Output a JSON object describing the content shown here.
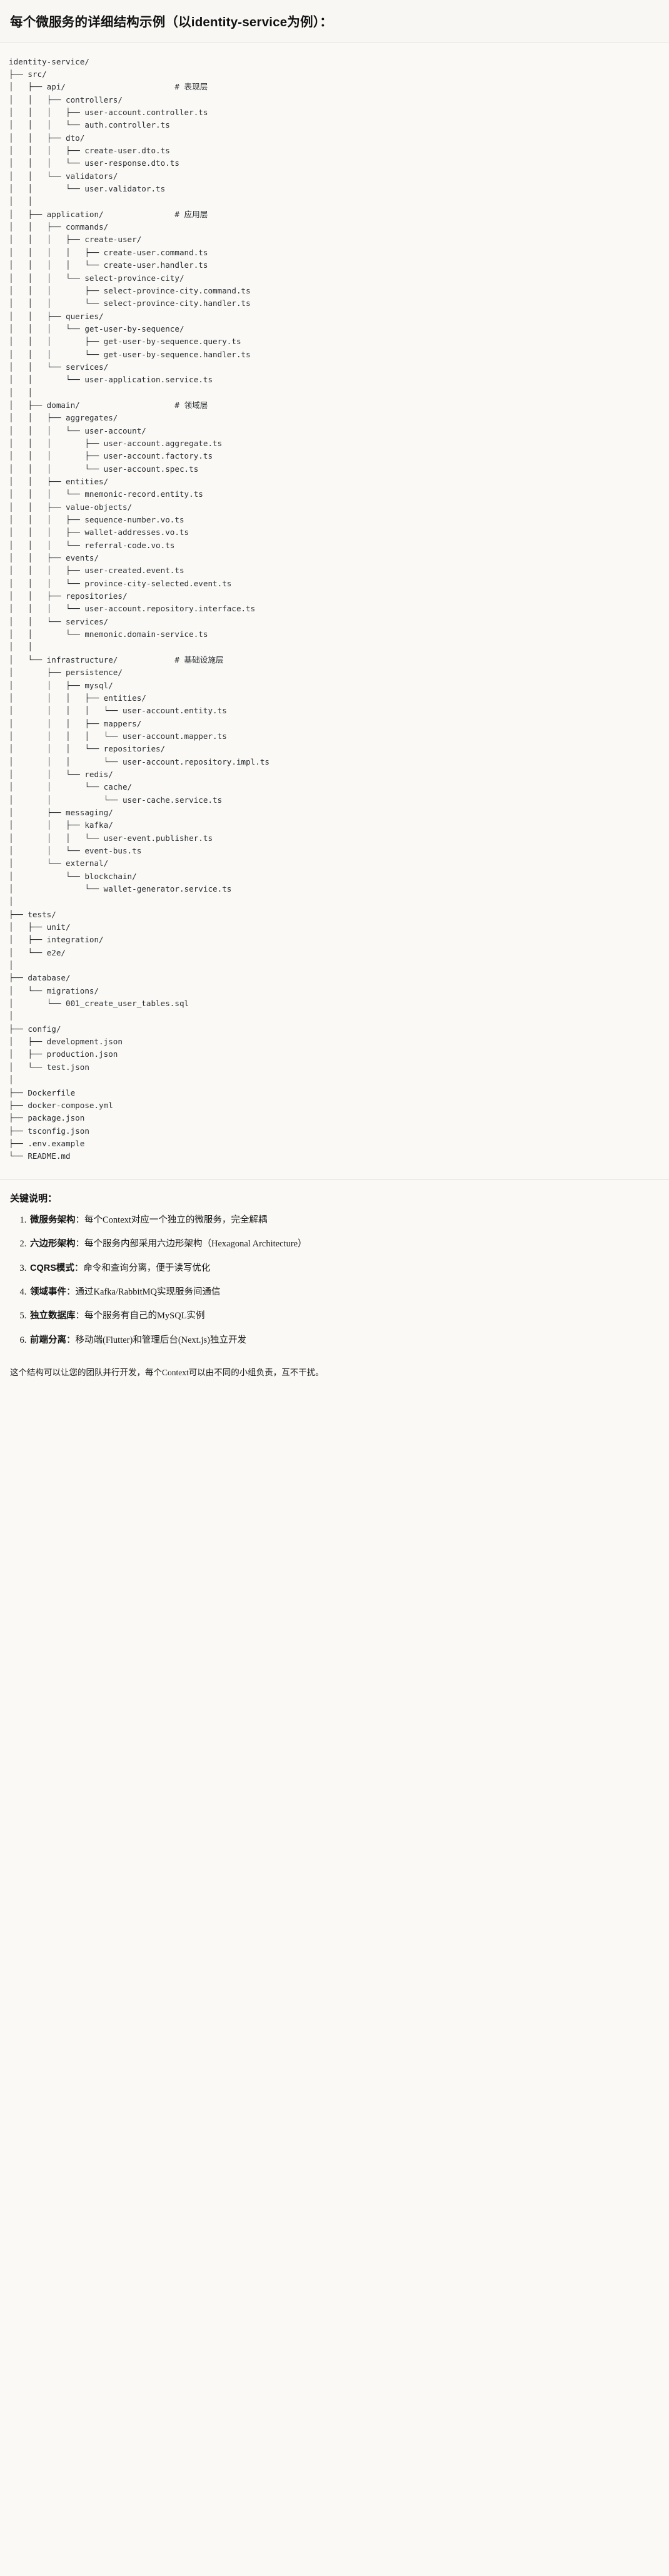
{
  "header": {
    "title": "每个微服务的详细结构示例（以identity-service为例）："
  },
  "tree": {
    "root": "identity-service/",
    "text": "identity-service/\n├── src/\n│   ├── api/                       # 表现层\n│   │   ├── controllers/\n│   │   │   ├── user-account.controller.ts\n│   │   │   └── auth.controller.ts\n│   │   ├── dto/\n│   │   │   ├── create-user.dto.ts\n│   │   │   └── user-response.dto.ts\n│   │   └── validators/\n│   │       └── user.validator.ts\n│   │\n│   ├── application/               # 应用层\n│   │   ├── commands/\n│   │   │   ├── create-user/\n│   │   │   │   ├── create-user.command.ts\n│   │   │   │   └── create-user.handler.ts\n│   │   │   └── select-province-city/\n│   │   │       ├── select-province-city.command.ts\n│   │   │       └── select-province-city.handler.ts\n│   │   ├── queries/\n│   │   │   └── get-user-by-sequence/\n│   │   │       ├── get-user-by-sequence.query.ts\n│   │   │       └── get-user-by-sequence.handler.ts\n│   │   └── services/\n│   │       └── user-application.service.ts\n│   │\n│   ├── domain/                    # 领域层\n│   │   ├── aggregates/\n│   │   │   └── user-account/\n│   │   │       ├── user-account.aggregate.ts\n│   │   │       ├── user-account.factory.ts\n│   │   │       └── user-account.spec.ts\n│   │   ├── entities/\n│   │   │   └── mnemonic-record.entity.ts\n│   │   ├── value-objects/\n│   │   │   ├── sequence-number.vo.ts\n│   │   │   ├── wallet-addresses.vo.ts\n│   │   │   └── referral-code.vo.ts\n│   │   ├── events/\n│   │   │   ├── user-created.event.ts\n│   │   │   └── province-city-selected.event.ts\n│   │   ├── repositories/\n│   │   │   └── user-account.repository.interface.ts\n│   │   └── services/\n│   │       └── mnemonic.domain-service.ts\n│   │\n│   └── infrastructure/            # 基础设施层\n│       ├── persistence/\n│       │   ├── mysql/\n│       │   │   ├── entities/\n│       │   │   │   └── user-account.entity.ts\n│       │   │   ├── mappers/\n│       │   │   │   └── user-account.mapper.ts\n│       │   │   └── repositories/\n│       │   │       └── user-account.repository.impl.ts\n│       │   └── redis/\n│       │       └── cache/\n│       │           └── user-cache.service.ts\n│       ├── messaging/\n│       │   ├── kafka/\n│       │   │   └── user-event.publisher.ts\n│       │   └── event-bus.ts\n│       └── external/\n│           └── blockchain/\n│               └── wallet-generator.service.ts\n│\n├── tests/\n│   ├── unit/\n│   ├── integration/\n│   └── e2e/\n│\n├── database/\n│   └── migrations/\n│       └── 001_create_user_tables.sql\n│\n├── config/\n│   ├── development.json\n│   ├── production.json\n│   └── test.json\n│\n├── Dockerfile\n├── docker-compose.yml\n├── package.json\n├── tsconfig.json\n├── .env.example\n└── README.md"
  },
  "keys": {
    "heading": "关键说明：",
    "items": [
      {
        "term": "微服务架构",
        "sep": "：",
        "desc": "每个Context对应一个独立的微服务，完全解耦"
      },
      {
        "term": "六边形架构",
        "sep": "：",
        "desc": "每个服务内部采用六边形架构（Hexagonal Architecture）"
      },
      {
        "term": "CQRS模式",
        "sep": "：",
        "desc": "命令和查询分离，便于读写优化"
      },
      {
        "term": "领域事件",
        "sep": "：",
        "desc": "通过Kafka/RabbitMQ实现服务间通信"
      },
      {
        "term": "独立数据库",
        "sep": "：",
        "desc": "每个服务有自己的MySQL实例"
      },
      {
        "term": "前端分离",
        "sep": "：",
        "desc": "移动端(Flutter)和管理后台(Next.js)独立开发"
      }
    ]
  },
  "footer": {
    "note": "这个结构可以让您的团队并行开发，每个Context可以由不同的小组负责，互不干扰。"
  },
  "colors": {
    "background": "#faf9f6",
    "text": "#1b1b1b",
    "code_text": "#2b2f33",
    "rule": "#e3e1dc"
  }
}
